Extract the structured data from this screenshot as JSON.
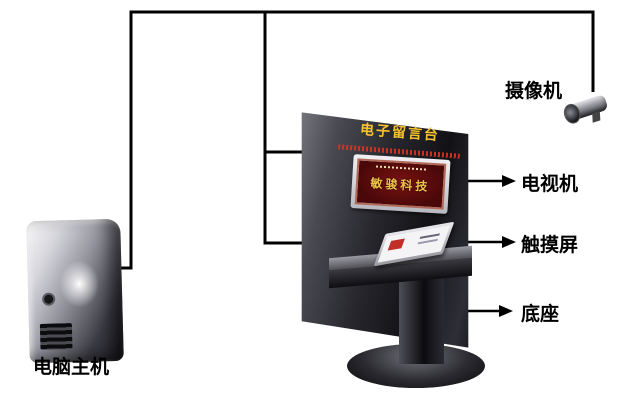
{
  "diagram": {
    "labels": {
      "computer": "电脑主机",
      "camera": "摄像机",
      "tv": "电视机",
      "touchscreen": "触摸屏",
      "base": "底座"
    },
    "kiosk": {
      "title": "电子留言台",
      "screen_text": "敏骏科技"
    },
    "colors": {
      "wire": "#000000",
      "panel_dark": "#1c1c22",
      "panel_title_gold": "#f7c22e",
      "screen_maroon": "#5a0a0a",
      "screen_gold": "#f2c24a",
      "label_text": "#000000",
      "background": "#ffffff"
    }
  }
}
